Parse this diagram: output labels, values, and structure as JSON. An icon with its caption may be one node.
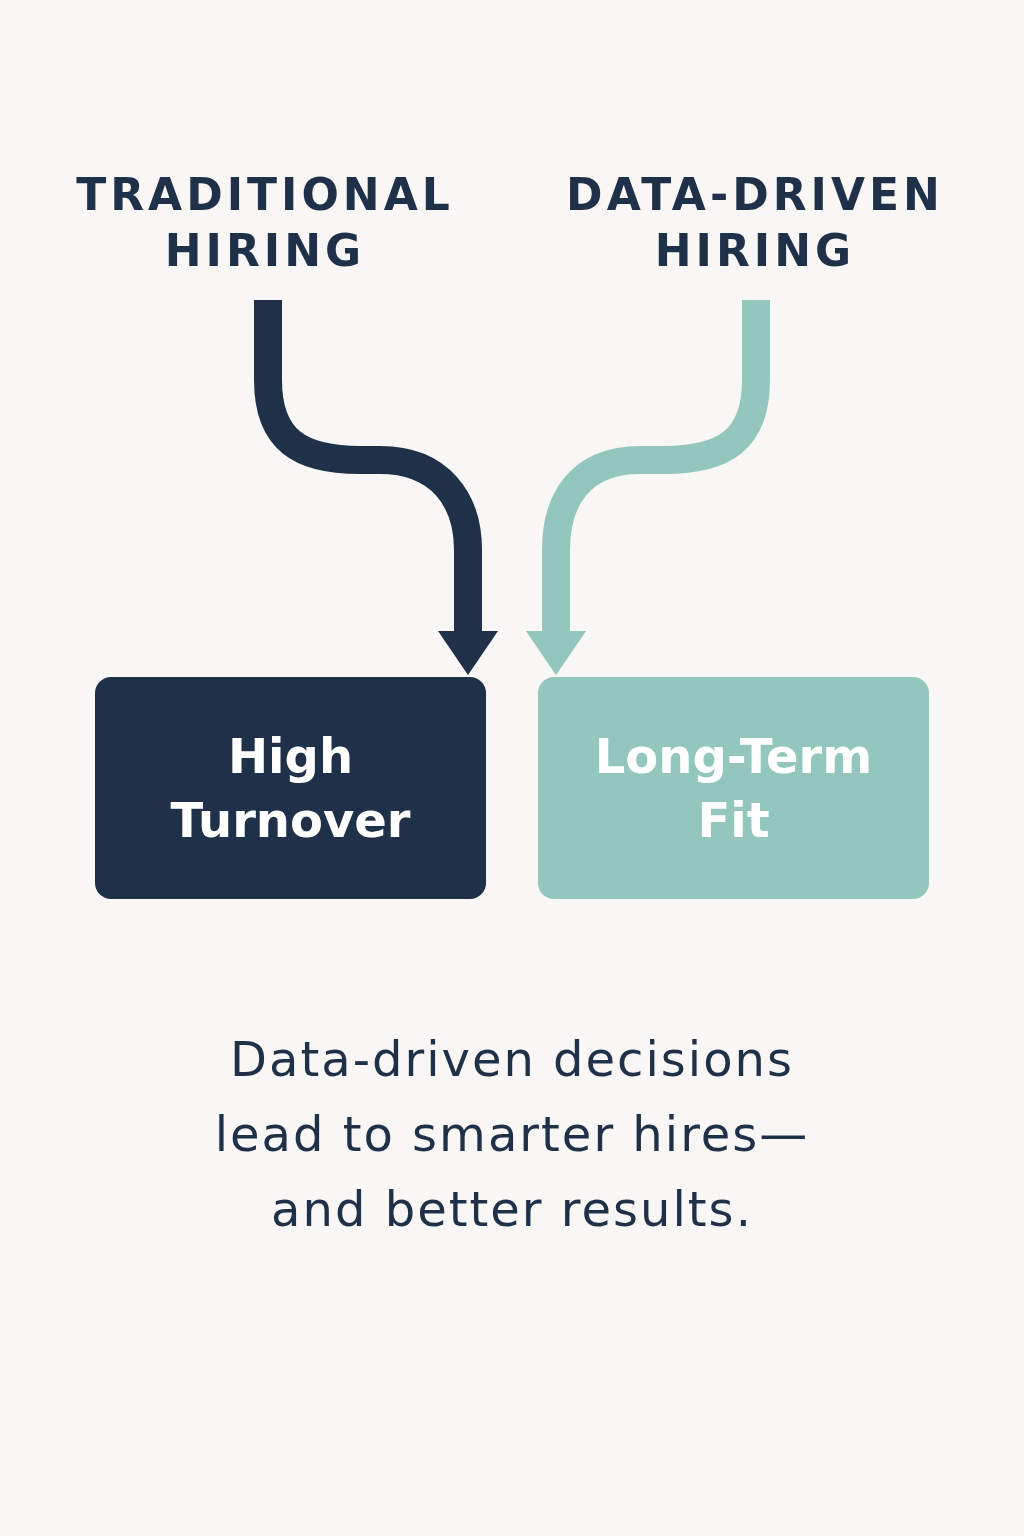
{
  "diagram": {
    "caption": "Data-driven decisions lead to smarter hires— and better results.",
    "nodes": [
      {
        "text": [
          "TRADITIONAL HIRING"
        ]
      },
      {
        "text": [
          "DATA-DRIVEN HIRING"
        ]
      },
      {
        "text": [
          "High Turnover"
        ]
      },
      {
        "text": [
          "Long-Term Fit"
        ]
      }
    ],
    "edges": [
      {
        "from": 0,
        "to": 2,
        "arrow": "to",
        "color": "#1f3049"
      },
      {
        "from": 1,
        "to": 3,
        "arrow": "to",
        "color": "#93c6bd"
      }
    ]
  }
}
